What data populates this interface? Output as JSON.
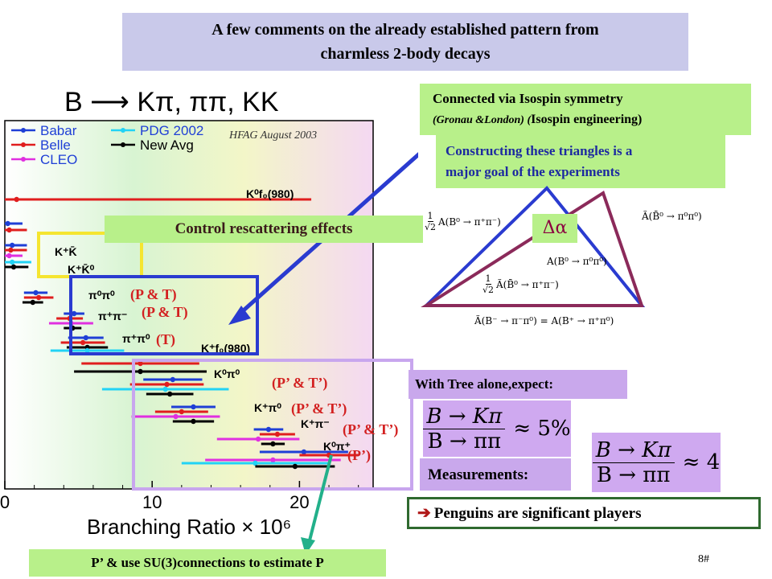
{
  "header": {
    "title_line1": "A few comments on the already established  pattern from",
    "title_line2": "charmless 2-body decays"
  },
  "chart_data": {
    "type": "scatter",
    "title": "B ⟶ Kπ, ππ, KK",
    "xlabel": "Branching Ratio × 10⁶",
    "x_ticks": [
      "0",
      "10",
      "20"
    ],
    "xlim": [
      0,
      25
    ],
    "legend": [
      {
        "name": "Babar",
        "color": "#1f3fd6"
      },
      {
        "name": "Belle",
        "color": "#e01e1e"
      },
      {
        "name": "CLEO",
        "color": "#e030e0"
      },
      {
        "name": "PDG 2002",
        "color": "#22d3f5"
      },
      {
        "name": "New Avg",
        "color": "#000000"
      }
    ],
    "watermark": "HFAG August 2003",
    "channel_labels": [
      "K⁰f₀(980)",
      "K⁺K̄",
      "K⁺K̄⁰",
      "π⁰π⁰",
      "π⁺π⁻",
      "π⁺π⁰",
      "K⁺f₀(980)",
      "K⁰π⁰",
      "K⁺π⁰",
      "K⁺π⁻",
      "K⁰π⁺"
    ],
    "rows": [
      {
        "y": 248,
        "pts": [
          {
            "x": 0.8,
            "err": 20,
            "c": "#e01e1e"
          }
        ]
      },
      {
        "y": 278,
        "pts": [
          {
            "x": 0.2,
            "err": 1.0,
            "c": "#1f3fd6"
          }
        ]
      },
      {
        "y": 286,
        "pts": [
          {
            "x": 0.3,
            "err": 1.2,
            "c": "#e01e1e"
          }
        ]
      },
      {
        "y": 305,
        "pts": [
          {
            "x": 0.5,
            "err": 1.0,
            "c": "#1f3fd6"
          }
        ]
      },
      {
        "y": 311,
        "pts": [
          {
            "x": 0.4,
            "err": 1.1,
            "c": "#e01e1e"
          }
        ]
      },
      {
        "y": 318,
        "pts": [
          {
            "x": 0.3,
            "err": 0.9,
            "c": "#e030e0"
          }
        ]
      },
      {
        "y": 326,
        "pts": [
          {
            "x": 0.5,
            "err": 1.3,
            "c": "#22d3f5"
          }
        ]
      },
      {
        "y": 332,
        "pts": [
          {
            "x": 0.6,
            "err": 1.0,
            "c": "#000000"
          }
        ]
      },
      {
        "y": 364,
        "pts": [
          {
            "x": 2.1,
            "err": 0.8,
            "c": "#1f3fd6"
          }
        ]
      },
      {
        "y": 370,
        "pts": [
          {
            "x": 2.3,
            "err": 1.0,
            "c": "#e01e1e"
          }
        ]
      },
      {
        "y": 376,
        "pts": [
          {
            "x": 1.9,
            "err": 0.7,
            "c": "#000000"
          }
        ]
      },
      {
        "y": 390,
        "pts": [
          {
            "x": 4.7,
            "err": 0.7,
            "c": "#1f3fd6"
          }
        ]
      },
      {
        "y": 396,
        "pts": [
          {
            "x": 4.4,
            "err": 0.9,
            "c": "#e01e1e"
          }
        ]
      },
      {
        "y": 402,
        "pts": [
          {
            "x": 4.5,
            "err": 1.5,
            "c": "#e030e0"
          }
        ]
      },
      {
        "y": 408,
        "pts": [
          {
            "x": 4.6,
            "err": 0.6,
            "c": "#000000"
          }
        ]
      },
      {
        "y": 420,
        "pts": [
          {
            "x": 5.5,
            "err": 1.2,
            "c": "#1f3fd6"
          }
        ]
      },
      {
        "y": 426,
        "pts": [
          {
            "x": 5.3,
            "err": 1.5,
            "c": "#e01e1e"
          }
        ]
      },
      {
        "y": 432,
        "pts": [
          {
            "x": 5.6,
            "err": 1.4,
            "c": "#000000"
          }
        ]
      },
      {
        "y": 436,
        "pts": [
          {
            "x": 5.6,
            "err": 2.5,
            "c": "#22d3f5"
          }
        ]
      },
      {
        "y": 452,
        "pts": [
          {
            "x": 9.2,
            "err": 4.0,
            "c": "#e01e1e"
          }
        ]
      },
      {
        "y": 462,
        "pts": [
          {
            "x": 9.2,
            "err": 4.5,
            "c": "#000000"
          }
        ]
      },
      {
        "y": 472,
        "pts": [
          {
            "x": 11.4,
            "err": 2.0,
            "c": "#1f3fd6"
          }
        ]
      },
      {
        "y": 478,
        "pts": [
          {
            "x": 11.0,
            "err": 2.5,
            "c": "#e01e1e"
          }
        ]
      },
      {
        "y": 484,
        "pts": [
          {
            "x": 10.9,
            "err": 4.3,
            "c": "#22d3f5"
          }
        ]
      },
      {
        "y": 490,
        "pts": [
          {
            "x": 11.2,
            "err": 1.6,
            "c": "#000000"
          }
        ]
      },
      {
        "y": 506,
        "pts": [
          {
            "x": 12.8,
            "err": 1.5,
            "c": "#1f3fd6"
          }
        ]
      },
      {
        "y": 512,
        "pts": [
          {
            "x": 12.0,
            "err": 1.8,
            "c": "#e01e1e"
          }
        ]
      },
      {
        "y": 518,
        "pts": [
          {
            "x": 11.6,
            "err": 3.0,
            "c": "#e030e0"
          }
        ]
      },
      {
        "y": 524,
        "pts": [
          {
            "x": 12.8,
            "err": 1.4,
            "c": "#000000"
          }
        ]
      },
      {
        "y": 534,
        "pts": [
          {
            "x": 17.9,
            "err": 1.0,
            "c": "#1f3fd6"
          }
        ]
      },
      {
        "y": 540,
        "pts": [
          {
            "x": 18.5,
            "err": 1.2,
            "c": "#e01e1e"
          }
        ]
      },
      {
        "y": 546,
        "pts": [
          {
            "x": 17.2,
            "err": 2.8,
            "c": "#e030e0"
          }
        ]
      },
      {
        "y": 552,
        "pts": [
          {
            "x": 18.2,
            "err": 0.8,
            "c": "#000000"
          }
        ]
      },
      {
        "y": 562,
        "pts": [
          {
            "x": 20.3,
            "err": 3.0,
            "c": "#1f3fd6"
          }
        ]
      },
      {
        "y": 566,
        "pts": [
          {
            "x": 22.0,
            "err": 2.0,
            "c": "#e01e1e"
          }
        ]
      },
      {
        "y": 572,
        "pts": [
          {
            "x": 18.2,
            "err": 4.6,
            "c": "#e030e0"
          }
        ]
      },
      {
        "y": 576,
        "pts": [
          {
            "x": 17.0,
            "err": 5.0,
            "c": "#22d3f5"
          }
        ]
      },
      {
        "y": 580,
        "pts": [
          {
            "x": 19.7,
            "err": 2.7,
            "c": "#000000"
          }
        ]
      }
    ]
  },
  "annotations": {
    "pt1": "(P & T)",
    "pt2": "(P & T)",
    "t": "(T)",
    "ppt1": "(P’ & T’)",
    "ppt2": "(P’ & T’)",
    "ppt3": "(P’ & T’)",
    "pp": "(P’)"
  },
  "isospin": {
    "line1": "Connected via Isospin symmetry",
    "authors": "(Gronau &London) (",
    "line2_tail": "Isospin engineering)"
  },
  "constructing": {
    "line1": "Constructing these triangles is a",
    "line2": "major goal of the experiments"
  },
  "control": "Control rescattering effects",
  "delta_alpha": "Δα",
  "amplitudes": {
    "a1_pre": "1",
    "a1_den": "√2",
    "a1": "A(B⁰ → π⁺π⁻)",
    "a2": "Ã(B̄⁰ → π⁰π⁰)",
    "a3": "A(B⁰ → π⁰π⁰)",
    "a4_pre": "1",
    "a4_den": "√2",
    "a4": "Ã(B̄⁰ → π⁺π⁻)",
    "a5": "Ã(B⁻ → π⁻π⁰) = A(B⁺ → π⁺π⁰)"
  },
  "tree": "With Tree alone,expect:",
  "formula1": {
    "num": "B → Kπ",
    "den": "B → ππ",
    "rhs": "≈ 5%"
  },
  "measurements": "Measurements:",
  "formula2": {
    "num": "B → Kπ",
    "den": "B → ππ",
    "rhs": "≈ 4"
  },
  "penguins": {
    "arrow": "➔",
    "text": "Penguins are significant players"
  },
  "bottom_note": "P’ & use  SU(3)connections to estimate P",
  "slide_number": "8#"
}
